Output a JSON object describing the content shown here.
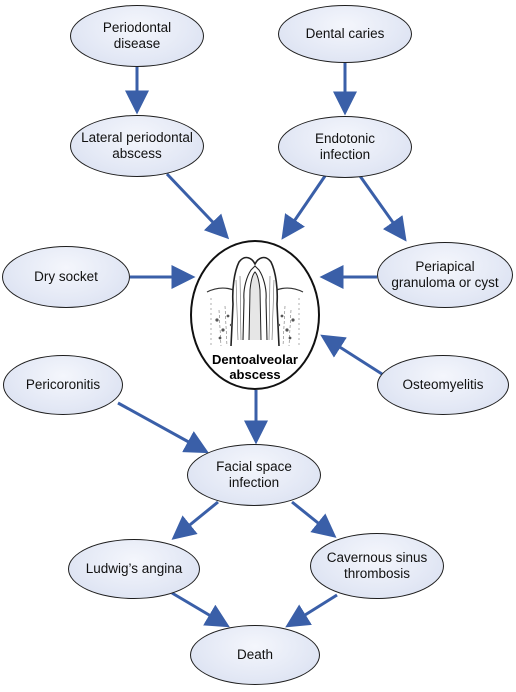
{
  "diagram": {
    "nodes": {
      "periodontal_disease": "Periodontal\ndisease",
      "dental_caries": "Dental caries",
      "lateral_periodontal_abscess": "Lateral periodontal\nabscess",
      "endotonic_infection": "Endotonic\ninfection",
      "dry_socket": "Dry socket",
      "periapical": "Periapical\ngranuloma or cyst",
      "dentoalveolar_abscess": "Dentoalveolar\nabscess",
      "pericoronitis": "Pericoronitis",
      "osteomyelitis": "Osteomyelitis",
      "facial_space_infection": "Facial space\ninfection",
      "ludwigs_angina": "Ludwig’s angina",
      "cavernous_sinus_thrombosis": "Cavernous sinus\nthrombosis",
      "death": "Death"
    },
    "edges": [
      {
        "from": "periodontal_disease",
        "to": "lateral_periodontal_abscess"
      },
      {
        "from": "dental_caries",
        "to": "endotonic_infection"
      },
      {
        "from": "lateral_periodontal_abscess",
        "to": "dentoalveolar_abscess"
      },
      {
        "from": "endotonic_infection",
        "to": "dentoalveolar_abscess"
      },
      {
        "from": "endotonic_infection",
        "to": "periapical"
      },
      {
        "from": "dry_socket",
        "to": "dentoalveolar_abscess"
      },
      {
        "from": "periapical",
        "to": "dentoalveolar_abscess"
      },
      {
        "from": "osteomyelitis",
        "to": "dentoalveolar_abscess"
      },
      {
        "from": "dentoalveolar_abscess",
        "to": "facial_space_infection"
      },
      {
        "from": "pericoronitis",
        "to": "facial_space_infection"
      },
      {
        "from": "facial_space_infection",
        "to": "ludwigs_angina"
      },
      {
        "from": "facial_space_infection",
        "to": "cavernous_sinus_thrombosis"
      },
      {
        "from": "ludwigs_angina",
        "to": "death"
      },
      {
        "from": "cavernous_sinus_thrombosis",
        "to": "death"
      }
    ],
    "arrow_color": "#3a5fa8",
    "node_fill": "#e3e8f5",
    "central_icon": "tooth-cross-section-icon"
  }
}
